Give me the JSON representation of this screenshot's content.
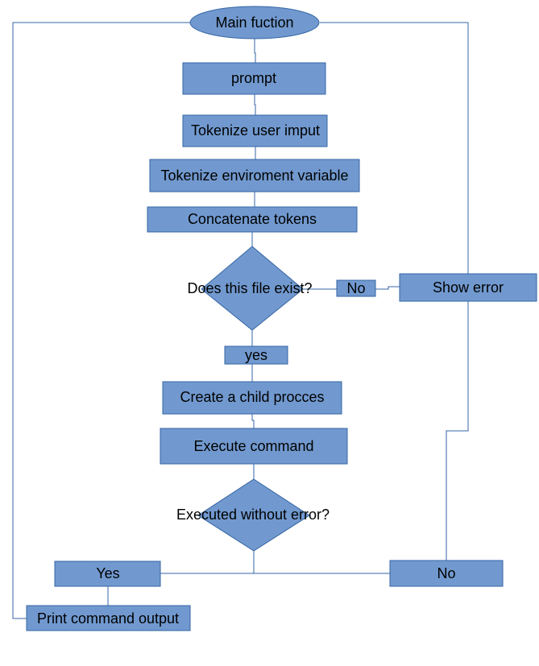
{
  "nodes": {
    "main": "Main fuction",
    "prompt": "prompt",
    "tokenize_user": "Tokenize user imput",
    "tokenize_env": "Tokenize enviroment variable",
    "concat": "Concatenate tokens",
    "file_exist": "Does this file exist?",
    "no_file": "No",
    "show_error": "Show error",
    "yes_file": "yes",
    "child": "Create a child procces",
    "execute": "Execute command",
    "exec_ok": "Executed without error?",
    "yes_exec": "Yes",
    "no_exec": "No",
    "print": "Print command output"
  },
  "colors": {
    "fill": "#7199cf",
    "stroke": "#3465a4",
    "text": "#000000"
  }
}
